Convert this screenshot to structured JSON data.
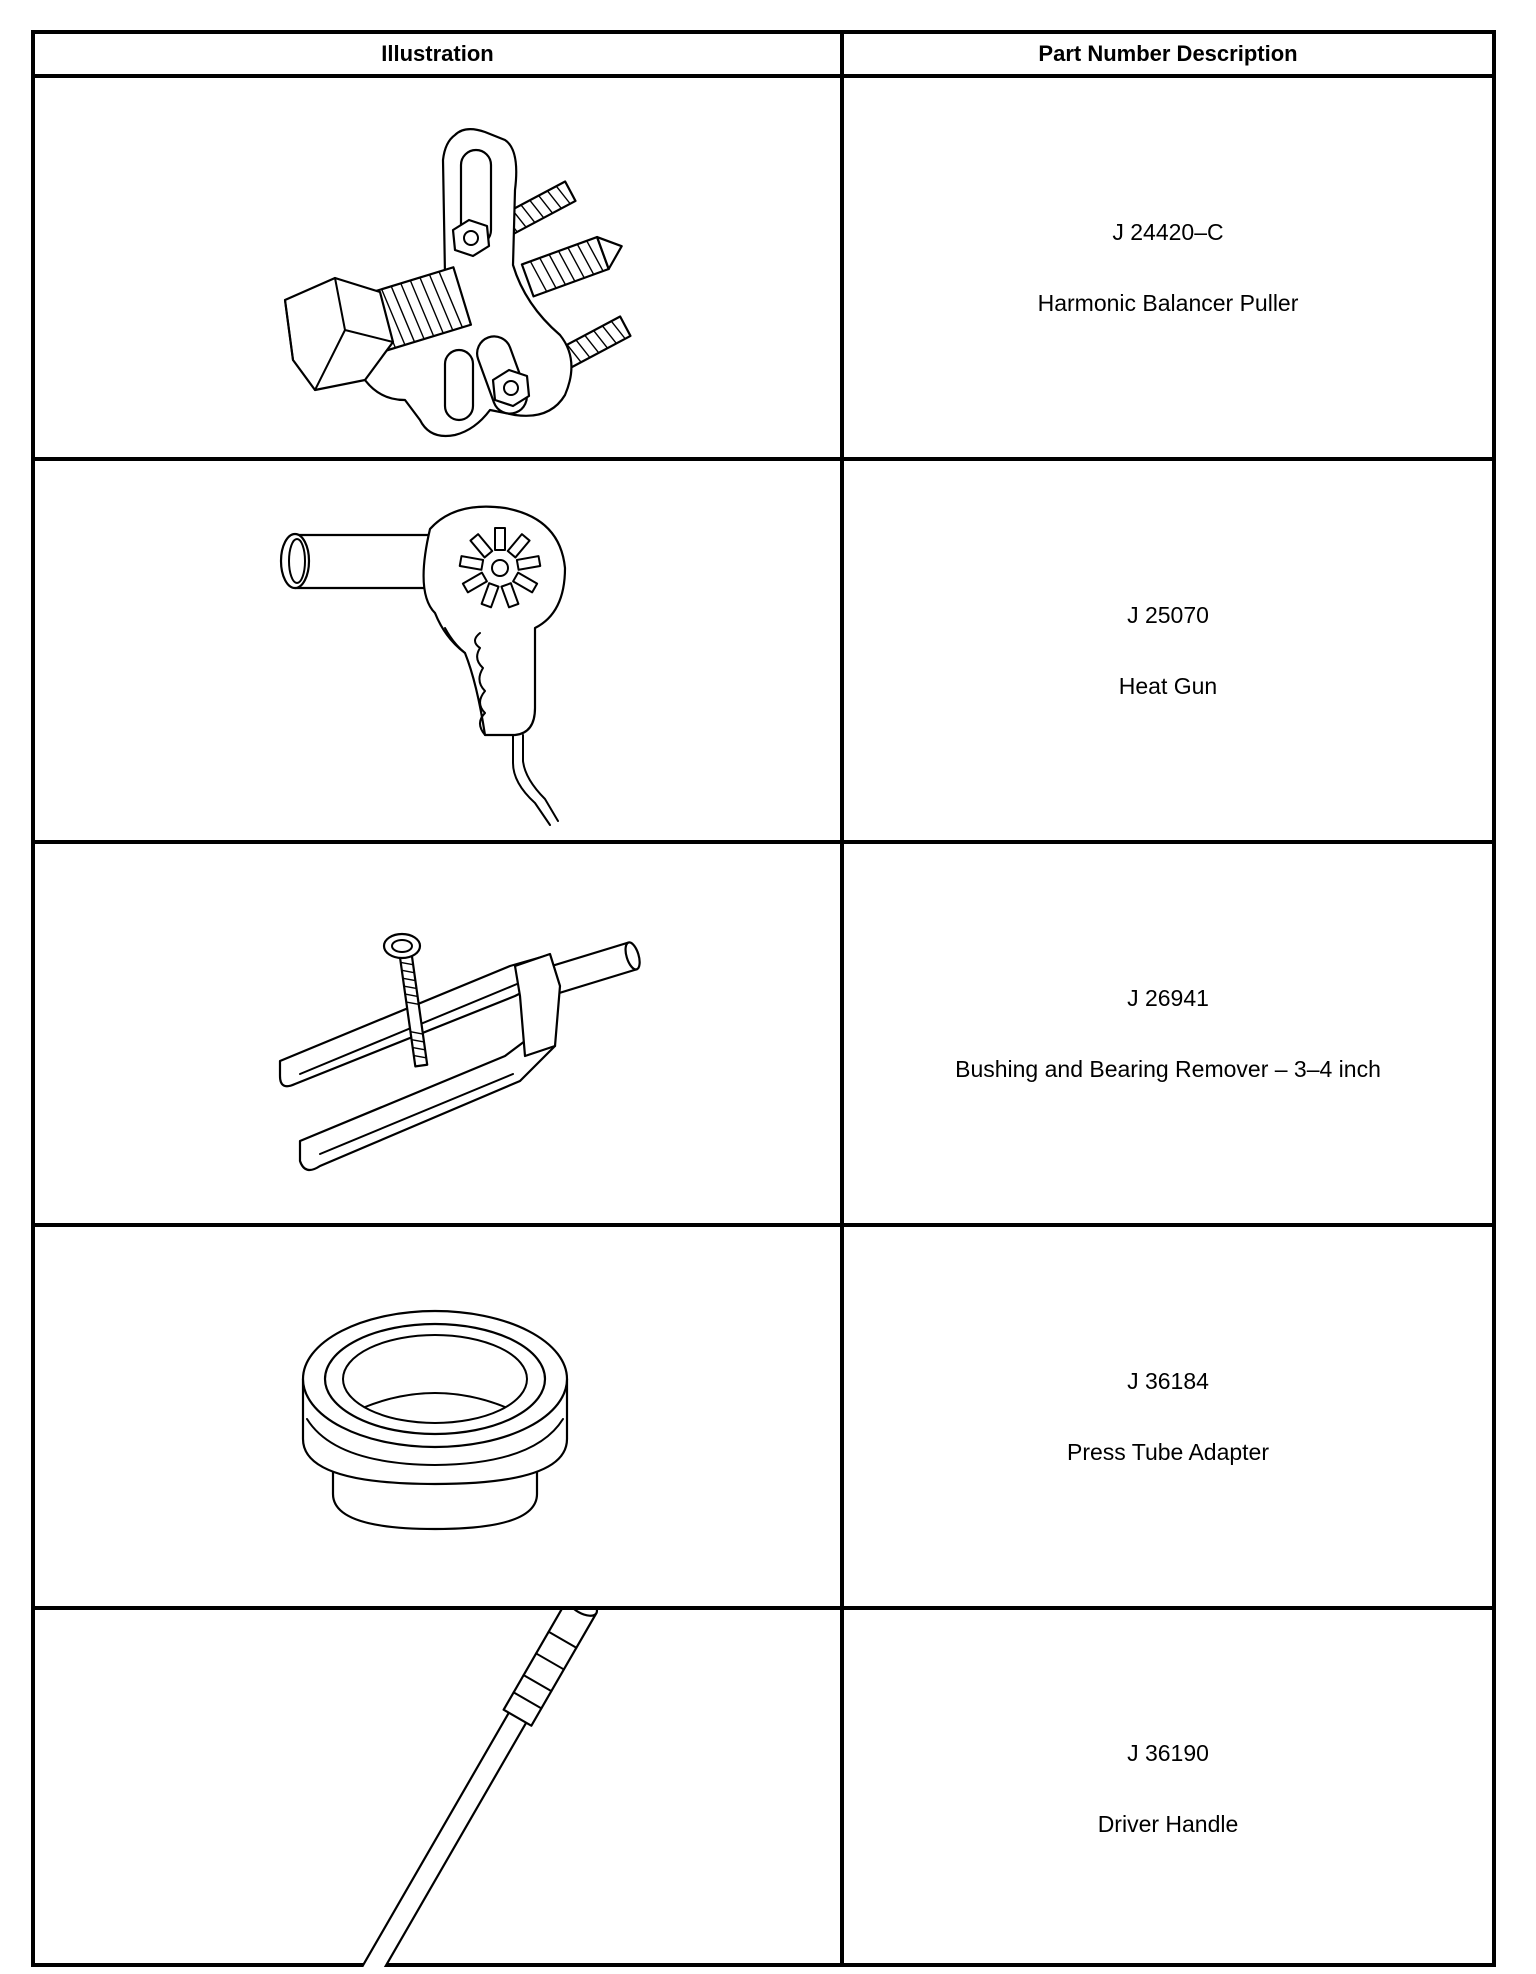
{
  "table": {
    "headers": {
      "illustration": "Illustration",
      "description": "Part Number Description"
    },
    "rows": [
      {
        "part_number": "J 24420–C",
        "description": "Harmonic Balancer Puller",
        "icon": "harmonic-balancer-puller-icon"
      },
      {
        "part_number": "J 25070",
        "description": "Heat Gun",
        "icon": "heat-gun-icon"
      },
      {
        "part_number": "J 26941",
        "description": "Bushing and Bearing Remover – 3–4 inch",
        "icon": "bushing-bearing-remover-icon"
      },
      {
        "part_number": "J 36184",
        "description": "Press Tube Adapter",
        "icon": "press-tube-adapter-icon"
      },
      {
        "part_number": "J 36190",
        "description": "Driver Handle",
        "icon": "driver-handle-icon"
      }
    ]
  }
}
